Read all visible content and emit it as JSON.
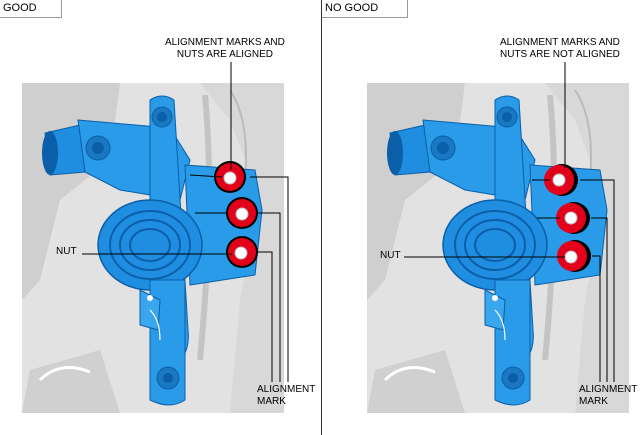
{
  "panels": [
    {
      "title": "GOOD",
      "callout_top": [
        "ALIGNMENT MARKS AND",
        "NUTS ARE ALIGNED"
      ],
      "nut_label": "NUT",
      "mark_label": [
        "ALIGNMENT",
        "MARK"
      ]
    },
    {
      "title": "NO GOOD",
      "callout_top": [
        "ALIGNMENT MARKS AND",
        "NUTS ARE NOT ALIGNED"
      ],
      "nut_label": "NUT",
      "mark_label": [
        "ALIGNMENT",
        "MARK"
      ]
    }
  ],
  "colors": {
    "bracket": "#1f8ee0",
    "bracket_dark": "#0a5fa8",
    "nut": "#e3001b",
    "background_photo": "#e4e4e4",
    "leader": "#000000"
  }
}
